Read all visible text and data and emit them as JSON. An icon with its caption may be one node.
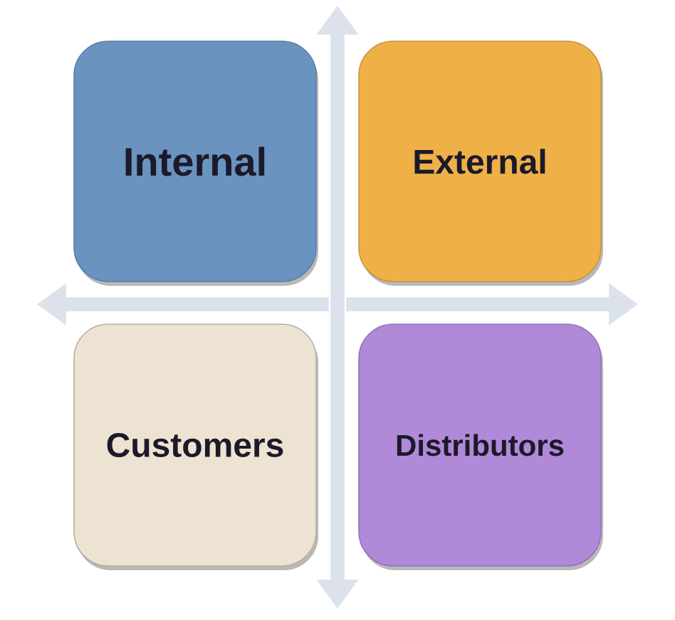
{
  "diagram": {
    "nodes": [
      {
        "text": [
          "Internal"
        ]
      },
      {
        "text": [
          "External"
        ]
      },
      {
        "text": [
          "Customers"
        ]
      },
      {
        "text": [
          "Distributors"
        ]
      }
    ]
  }
}
